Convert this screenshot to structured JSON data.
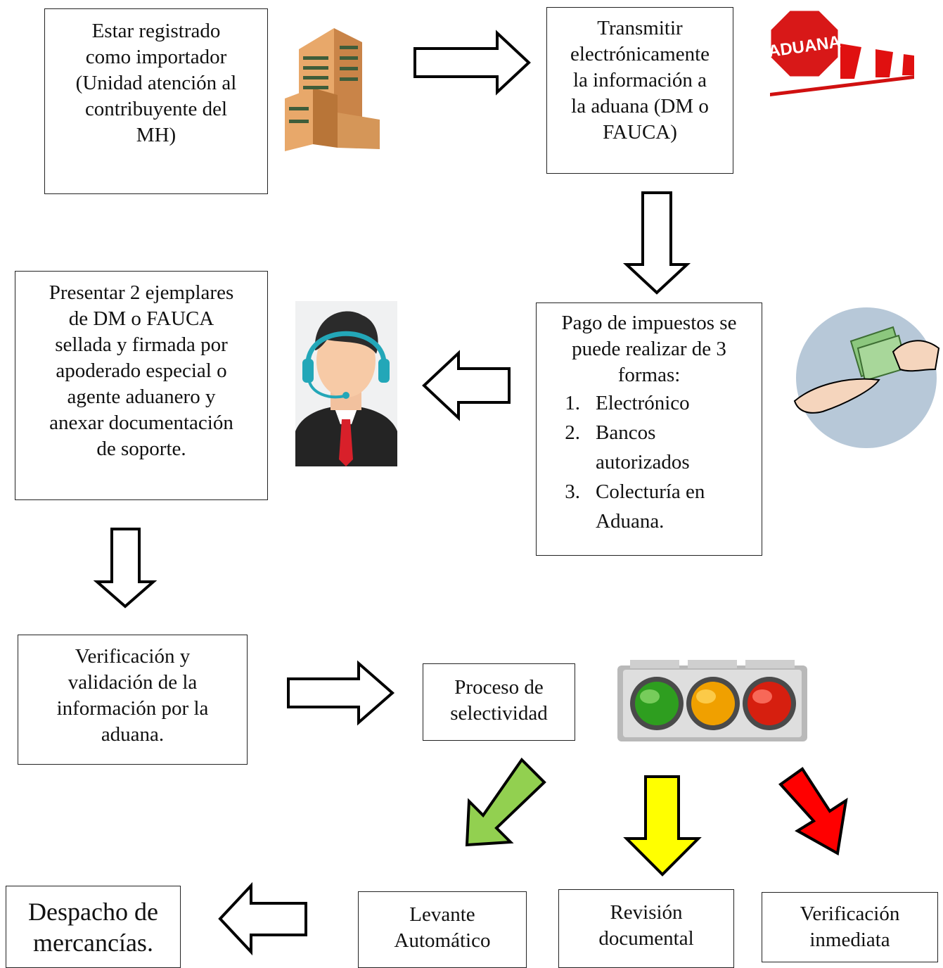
{
  "boxes": {
    "registro": [
      "Estar registrado",
      "como importador",
      "(Unidad atención al",
      "contribuyente del",
      "MH)"
    ],
    "transmitir": [
      "Transmitir",
      "electrónicamente",
      "la información a",
      "la aduana (DM o",
      "FAUCA)"
    ],
    "pago": {
      "intro": [
        "Pago de impuestos se",
        "puede realizar de 3",
        "formas:"
      ],
      "items": [
        {
          "num": "1.",
          "text": "Electrónico"
        },
        {
          "num": "2.",
          "text": "Bancos autorizados"
        },
        {
          "num": "3.",
          "text": "Colecturía en Aduana."
        }
      ]
    },
    "presentar": [
      "Presentar 2 ejemplares",
      "de DM o FAUCA",
      "sellada y firmada por",
      "apoderado especial o",
      "agente aduanero y",
      "anexar documentación",
      "de soporte."
    ],
    "verificacion": [
      "Verificación y",
      "validación de la",
      "información por la",
      "aduana."
    ],
    "selectividad": [
      "Proceso de",
      "selectividad"
    ],
    "levante": [
      "Levante",
      "Automático"
    ],
    "revision": [
      "Revisión",
      "documental"
    ],
    "inmediata": [
      "Verificación",
      "inmediata"
    ],
    "despacho": [
      "Despacho de",
      "mercancías."
    ]
  },
  "sign_text": "ADUANA",
  "icons": [
    "building-icon",
    "aduana-barrier-icon",
    "money-handover-icon",
    "call-agent-icon",
    "traffic-light-icon"
  ],
  "colors": {
    "green_arrow": "#92d050",
    "yellow_arrow": "#ffff00",
    "red_arrow": "#ff0000",
    "light_green": "#2e9e1f",
    "light_orange": "#f0a000",
    "light_red": "#d61f0f"
  }
}
